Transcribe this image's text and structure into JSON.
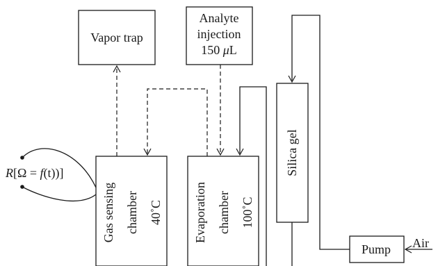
{
  "nodes": {
    "vapor_trap": "Vapor trap",
    "analyte_line1": "Analyte",
    "analyte_line2": "injection",
    "analyte_line3_num": "150",
    "analyte_line3_unit_mu": "μ",
    "analyte_line3_unit_l": "L",
    "silica_gel": "Silica gel",
    "gas_line1": "Gas sensing",
    "gas_line2": "chamber",
    "gas_line3": "40˚C",
    "evap_line1": "Evaporation",
    "evap_line2": "chamber",
    "evap_line3": "100˚C",
    "pump": "Pump",
    "air": "Air"
  },
  "resistance": {
    "r": "R",
    "open": "[Ω = ",
    "f": "f",
    "t": "(t)",
    "close": ")]"
  }
}
